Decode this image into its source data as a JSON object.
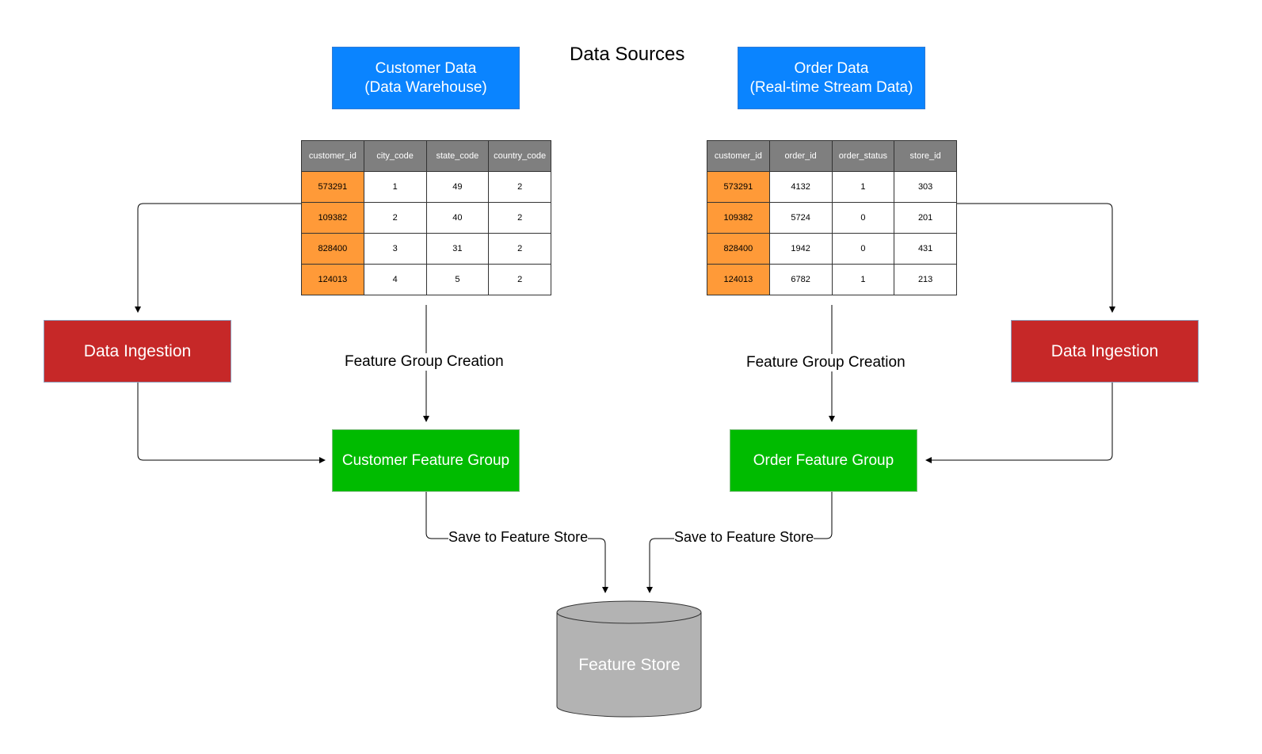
{
  "title": "Data Sources",
  "sources": {
    "customer": {
      "line1": "Customer Data",
      "line2": "(Data Warehouse)"
    },
    "order": {
      "line1": "Order Data",
      "line2": "(Real-time Stream Data)"
    }
  },
  "customer_table": {
    "headers": [
      "customer_id",
      "city_code",
      "state_code",
      "country_code"
    ],
    "rows": [
      [
        "573291",
        "1",
        "49",
        "2"
      ],
      [
        "109382",
        "2",
        "40",
        "2"
      ],
      [
        "828400",
        "3",
        "31",
        "2"
      ],
      [
        "124013",
        "4",
        "5",
        "2"
      ]
    ]
  },
  "order_table": {
    "headers": [
      "customer_id",
      "order_id",
      "order_status",
      "store_id"
    ],
    "rows": [
      [
        "573291",
        "4132",
        "1",
        "303"
      ],
      [
        "109382",
        "5724",
        "0",
        "201"
      ],
      [
        "828400",
        "1942",
        "0",
        "431"
      ],
      [
        "124013",
        "6782",
        "1",
        "213"
      ]
    ]
  },
  "ingestion_left": "Data Ingestion",
  "ingestion_right": "Data Ingestion",
  "fg_creation_left": "Feature Group Creation",
  "fg_creation_right": "Feature Group Creation",
  "customer_feature_group": "Customer Feature Group",
  "order_feature_group": "Order Feature Group",
  "save_left": "Save to Feature Store",
  "save_right": "Save to Feature Store",
  "feature_store": "Feature Store",
  "colors": {
    "source_blue": "#0a84ff",
    "ingestion_red": "#c62828",
    "feature_group_green": "#00bb00",
    "key_orange": "#ff9a38",
    "header_gray": "#7f7f7f",
    "store_gray": "#b3b3b3"
  }
}
